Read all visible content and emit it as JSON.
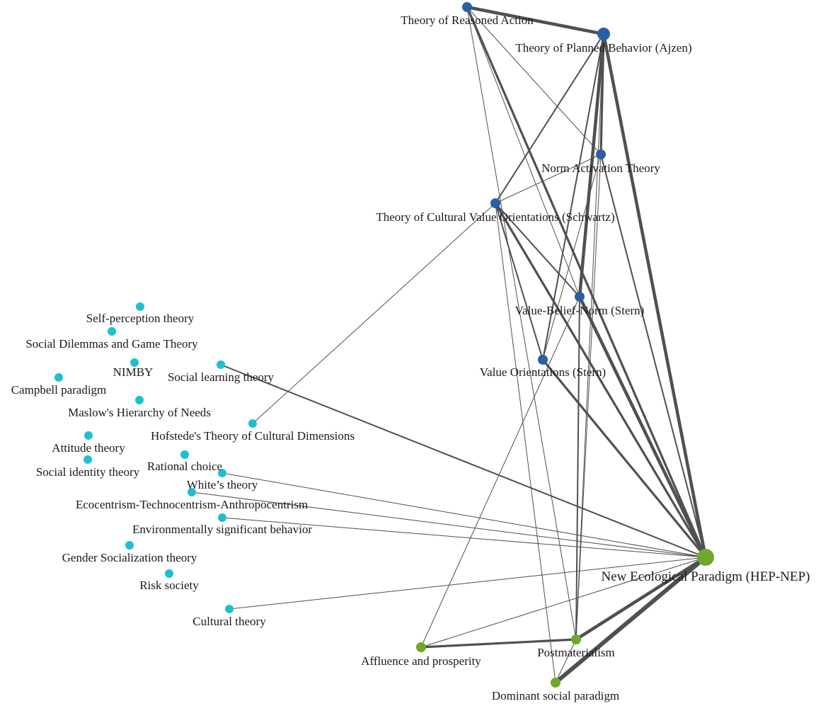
{
  "colors": {
    "cluster_blue": "#2b5fa3",
    "cluster_green": "#6fa82c",
    "cluster_cyan": "#1fbfd0",
    "edge": "#505050",
    "label": "#1a1a1a"
  },
  "nodes": [
    {
      "id": "tra",
      "label": "Theory of Reasoned Action",
      "group": "blue",
      "weight": 2
    },
    {
      "id": "tpb",
      "label": "Theory of Planned Behavior (Ajzen)",
      "group": "blue",
      "weight": 3
    },
    {
      "id": "nat",
      "label": "Norm Activation Theory",
      "group": "blue",
      "weight": 2
    },
    {
      "id": "tcvo",
      "label": "Theory of Cultural Value Orientations (Schwartz)",
      "group": "blue",
      "weight": 2
    },
    {
      "id": "vbn",
      "label": "Value-Belief-Norm (Stern)",
      "group": "blue",
      "weight": 2
    },
    {
      "id": "vos",
      "label": "Value Orientations (Stern)",
      "group": "blue",
      "weight": 2
    },
    {
      "id": "nep",
      "label": "New Ecological Paradigm (HEP-NEP)",
      "group": "green",
      "weight": 5
    },
    {
      "id": "aff",
      "label": "Affluence and prosperity",
      "group": "green",
      "weight": 2
    },
    {
      "id": "pm",
      "label": "Postmaterialism",
      "group": "green",
      "weight": 2
    },
    {
      "id": "dsp",
      "label": "Dominant social paradigm",
      "group": "green",
      "weight": 2
    },
    {
      "id": "spt",
      "label": "Self-perception theory",
      "group": "cyan",
      "weight": 1
    },
    {
      "id": "sdg",
      "label": "Social Dilemmas and Game Theory",
      "group": "cyan",
      "weight": 1
    },
    {
      "id": "nimby",
      "label": "NIMBY",
      "group": "cyan",
      "weight": 1
    },
    {
      "id": "slt",
      "label": "Social learning theory",
      "group": "cyan",
      "weight": 1
    },
    {
      "id": "cp",
      "label": "Campbell paradigm",
      "group": "cyan",
      "weight": 1
    },
    {
      "id": "mhn",
      "label": "Maslow's Hierarchy of Needs",
      "group": "cyan",
      "weight": 1
    },
    {
      "id": "htcd",
      "label": "Hofstede's Theory of Cultural Dimensions",
      "group": "cyan",
      "weight": 1
    },
    {
      "id": "at",
      "label": "Attitude theory",
      "group": "cyan",
      "weight": 1
    },
    {
      "id": "rc",
      "label": "Rational choice",
      "group": "cyan",
      "weight": 1
    },
    {
      "id": "sit",
      "label": "Social identity theory",
      "group": "cyan",
      "weight": 1
    },
    {
      "id": "wt",
      "label": "White’s theory",
      "group": "cyan",
      "weight": 1
    },
    {
      "id": "eta",
      "label": "Ecocentrism-Technocentrism-Anthropocentrism",
      "group": "cyan",
      "weight": 1
    },
    {
      "id": "esb",
      "label": "Environmentally significant behavior",
      "group": "cyan",
      "weight": 1
    },
    {
      "id": "gst",
      "label": "Gender Socialization theory",
      "group": "cyan",
      "weight": 1
    },
    {
      "id": "rs",
      "label": "Risk society",
      "group": "cyan",
      "weight": 1
    },
    {
      "id": "ct",
      "label": "Cultural theory",
      "group": "cyan",
      "weight": 1
    }
  ],
  "edges": [
    {
      "source": "tra",
      "target": "tpb",
      "weight": 4
    },
    {
      "source": "tra",
      "target": "nat",
      "weight": 1
    },
    {
      "source": "tra",
      "target": "vbn",
      "weight": 1
    },
    {
      "source": "tra",
      "target": "nep",
      "weight": 3
    },
    {
      "source": "tra",
      "target": "pm",
      "weight": 1
    },
    {
      "source": "tpb",
      "target": "tcvo",
      "weight": 2
    },
    {
      "source": "tpb",
      "target": "nep",
      "weight": 4
    },
    {
      "source": "tpb",
      "target": "vbn",
      "weight": 4
    },
    {
      "source": "tpb",
      "target": "vos",
      "weight": 2
    },
    {
      "source": "tpb",
      "target": "nat",
      "weight": 3
    },
    {
      "source": "tpb",
      "target": "pm",
      "weight": 1
    },
    {
      "source": "nat",
      "target": "tcvo",
      "weight": 1
    },
    {
      "source": "nat",
      "target": "nep",
      "weight": 2
    },
    {
      "source": "nat",
      "target": "pm",
      "weight": 1
    },
    {
      "source": "nat",
      "target": "vos",
      "weight": 1
    },
    {
      "source": "tcvo",
      "target": "vbn",
      "weight": 2
    },
    {
      "source": "tcvo",
      "target": "vos",
      "weight": 2
    },
    {
      "source": "tcvo",
      "target": "nep",
      "weight": 3
    },
    {
      "source": "tcvo",
      "target": "htcd",
      "weight": 1
    },
    {
      "source": "tcvo",
      "target": "dsp",
      "weight": 1
    },
    {
      "source": "vbn",
      "target": "nep",
      "weight": 4
    },
    {
      "source": "vbn",
      "target": "pm",
      "weight": 2
    },
    {
      "source": "vbn",
      "target": "aff",
      "weight": 1
    },
    {
      "source": "vos",
      "target": "nep",
      "weight": 3
    },
    {
      "source": "slt",
      "target": "nep",
      "weight": 2
    },
    {
      "source": "wt",
      "target": "nep",
      "weight": 1
    },
    {
      "source": "eta",
      "target": "nep",
      "weight": 1
    },
    {
      "source": "esb",
      "target": "nep",
      "weight": 1
    },
    {
      "source": "ct",
      "target": "nep",
      "weight": 1
    },
    {
      "source": "aff",
      "target": "pm",
      "weight": 3
    },
    {
      "source": "aff",
      "target": "nep",
      "weight": 1
    },
    {
      "source": "pm",
      "target": "nep",
      "weight": 4
    },
    {
      "source": "dsp",
      "target": "nep",
      "weight": 5
    },
    {
      "source": "dsp",
      "target": "pm",
      "weight": 1
    }
  ]
}
